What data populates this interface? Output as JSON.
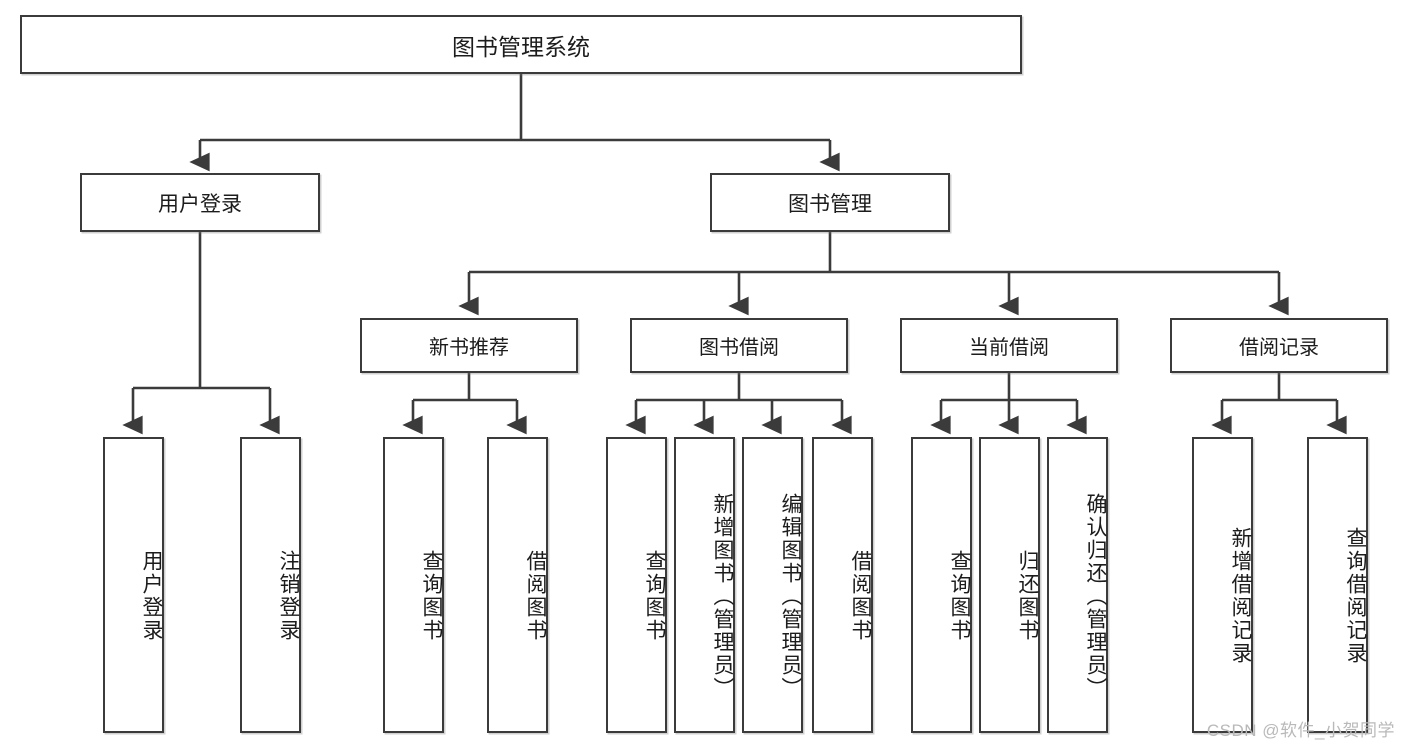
{
  "diagram": {
    "title": "图书管理系统",
    "type": "tree-hierarchy-chart",
    "root": {
      "label": "图书管理系统"
    },
    "level2": [
      {
        "key": "user_login",
        "label": "用户登录"
      },
      {
        "key": "book_manage",
        "label": "图书管理"
      }
    ],
    "level3": [
      {
        "key": "new_book_rec",
        "label": "新书推荐"
      },
      {
        "key": "book_borrow",
        "label": "图书借阅"
      },
      {
        "key": "current_borrow",
        "label": "当前借阅"
      },
      {
        "key": "borrow_record",
        "label": "借阅记录"
      }
    ],
    "leaves": [
      {
        "key": "leaf_user_login",
        "label": "用户登录"
      },
      {
        "key": "leaf_logout",
        "label": "注销登录"
      },
      {
        "key": "leaf_query_book_1",
        "label": "查询图书"
      },
      {
        "key": "leaf_borrow_book_1",
        "label": "借阅图书"
      },
      {
        "key": "leaf_query_book_2",
        "label": "查询图书"
      },
      {
        "key": "leaf_add_book",
        "label": "新增图书（管理员）"
      },
      {
        "key": "leaf_edit_book",
        "label": "编辑图书（管理员）"
      },
      {
        "key": "leaf_borrow_book_2",
        "label": "借阅图书"
      },
      {
        "key": "leaf_query_book_3",
        "label": "查询图书"
      },
      {
        "key": "leaf_return_book",
        "label": "归还图书"
      },
      {
        "key": "leaf_confirm_return",
        "label": "确认归还（管理员）"
      },
      {
        "key": "leaf_add_record",
        "label": "新增借阅记录"
      },
      {
        "key": "leaf_query_record",
        "label": "查询借阅记录"
      }
    ]
  },
  "watermark": {
    "text": "CSDN @软件_小贺同学"
  },
  "colors": {
    "stroke": "#3b3b3b",
    "text": "#1c1c1c",
    "background": "#ffffff",
    "watermark": "#b9b9b9"
  }
}
